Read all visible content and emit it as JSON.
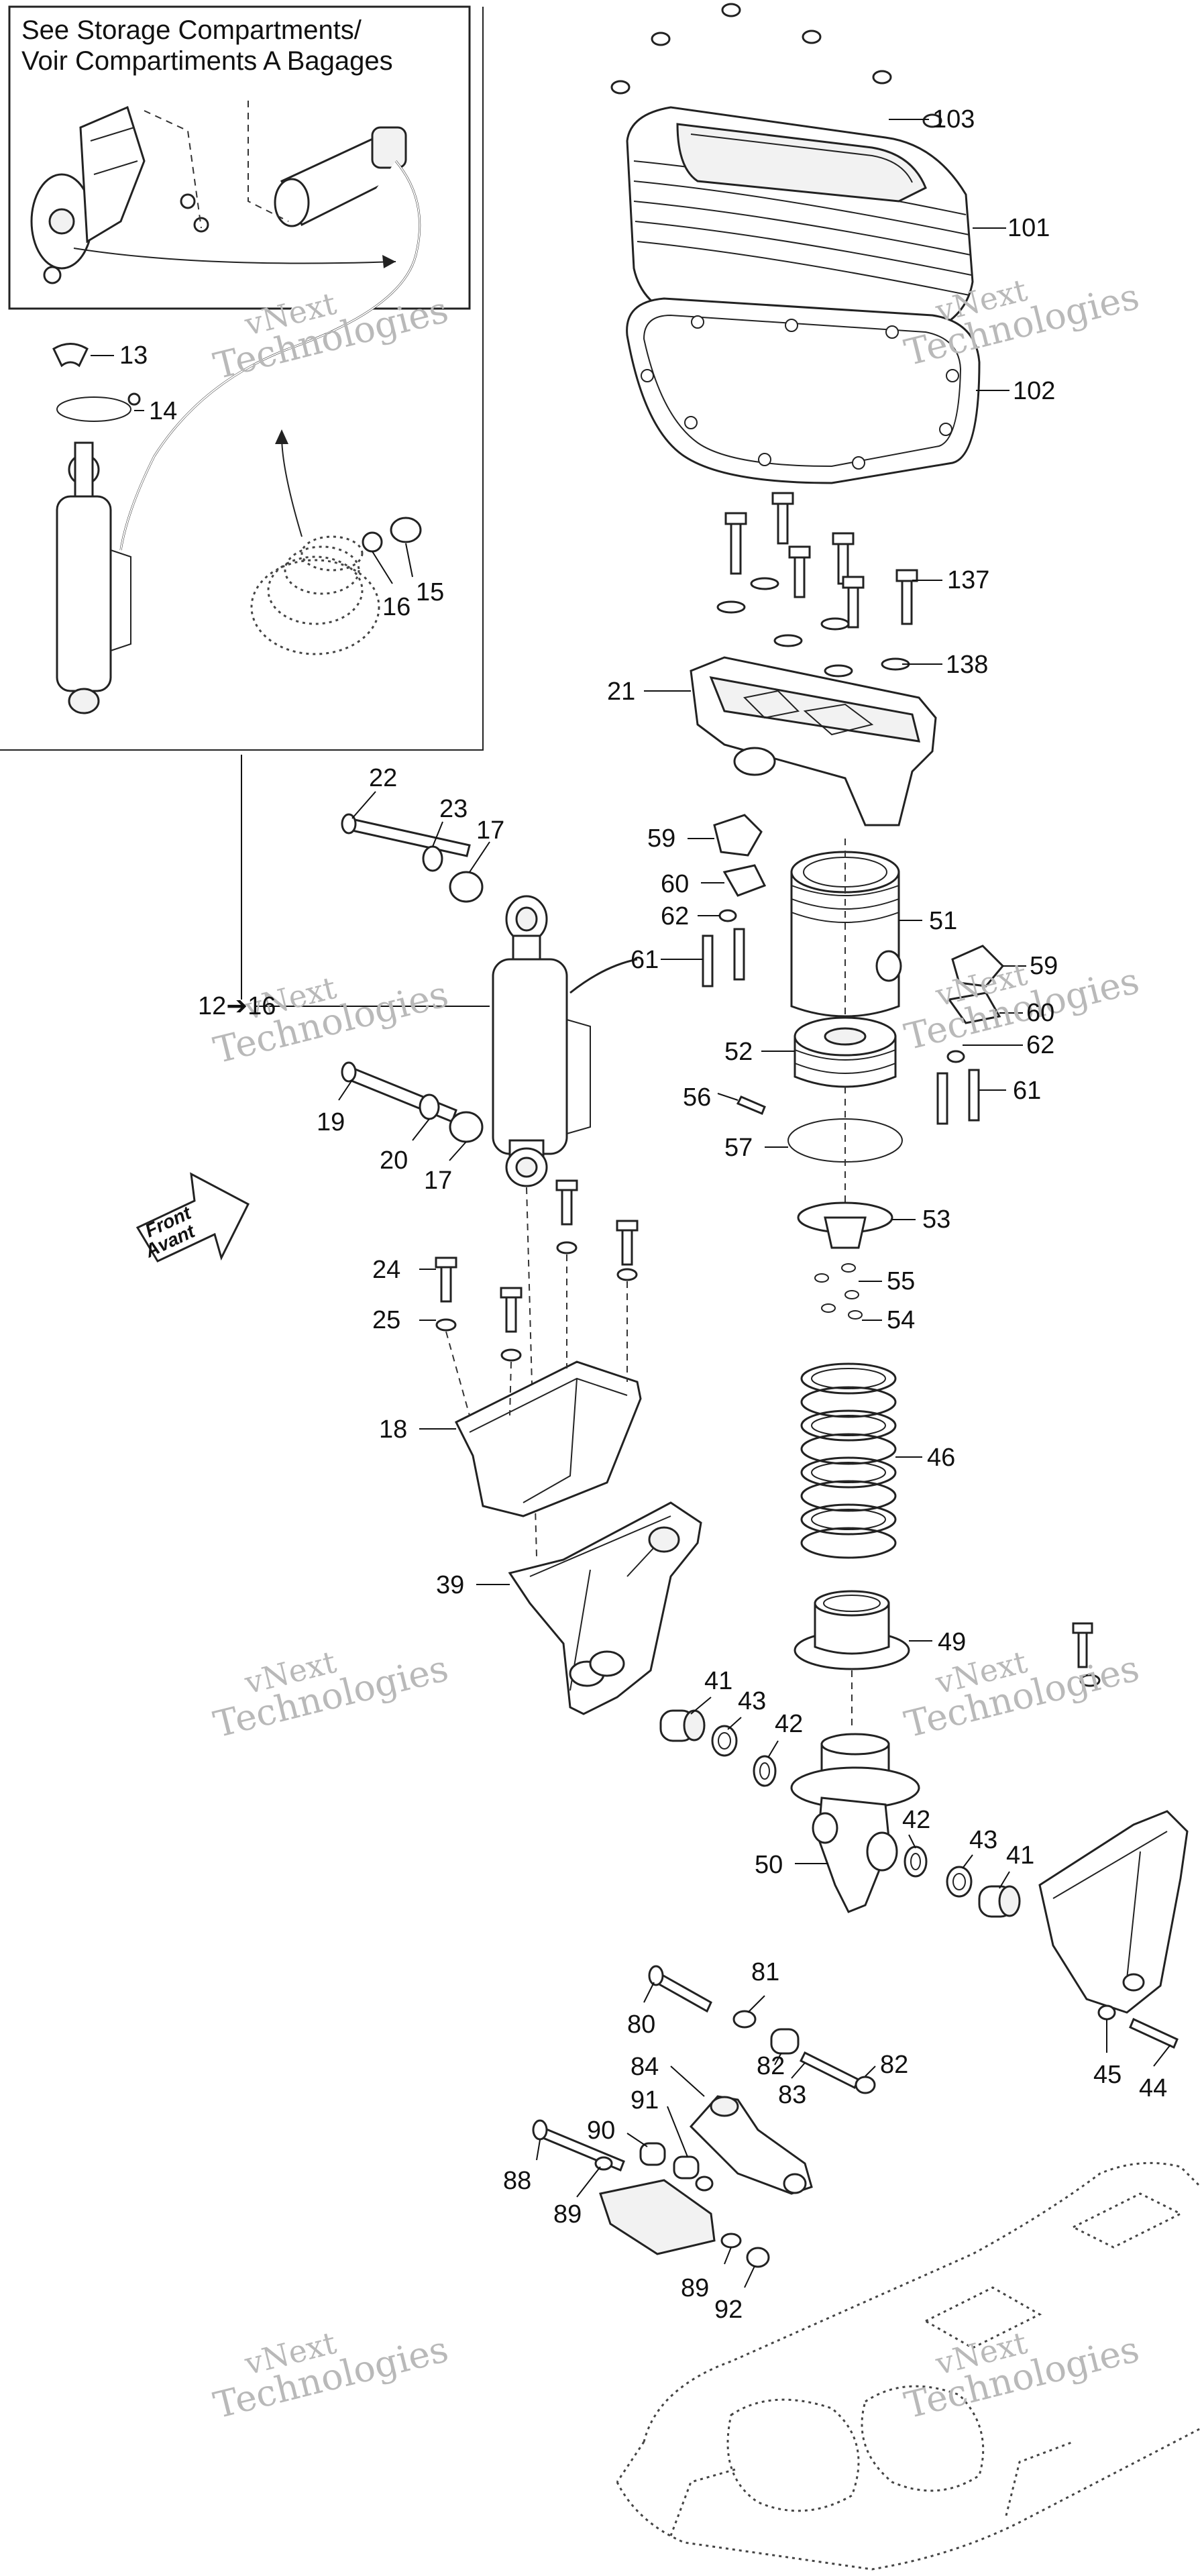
{
  "inset": {
    "title_line1": "See Storage Compartments/",
    "title_line2": "Voir Compartiments A Bagages"
  },
  "front_arrow": {
    "line1": "Front",
    "line2": "Avant"
  },
  "watermark": {
    "line1": "vNext",
    "line2": "Technologies"
  },
  "callouts": {
    "c103": "103",
    "c101": "101",
    "c102": "102",
    "c137": "137",
    "c138": "138",
    "c21": "21",
    "c13": "13",
    "c14": "14",
    "c15": "15",
    "c16": "16",
    "c22": "22",
    "c23": "23",
    "c17a": "17",
    "c17b": "17",
    "c19": "19",
    "c20": "20",
    "c12_16": "12➔16",
    "c59a": "59",
    "c60a": "60",
    "c62a": "62",
    "c61a": "61",
    "c51": "51",
    "c59b": "59",
    "c60b": "60",
    "c62b": "62",
    "c61b": "61",
    "c52": "52",
    "c56": "56",
    "c57": "57",
    "c53": "53",
    "c55": "55",
    "c54": "54",
    "c24": "24",
    "c25": "25",
    "c18": "18",
    "c46": "46",
    "c39": "39",
    "c49": "49",
    "c41a": "41",
    "c43a": "43",
    "c42a": "42",
    "c50": "50",
    "c42b": "42",
    "c43b": "43",
    "c41b": "41",
    "c45": "45",
    "c44": "44",
    "c81": "81",
    "c80": "80",
    "c84": "84",
    "c82a": "82",
    "c82b": "82",
    "c83": "83",
    "c91": "91",
    "c90": "90",
    "c88": "88",
    "c89a": "89",
    "c89b": "89",
    "c92": "92"
  }
}
